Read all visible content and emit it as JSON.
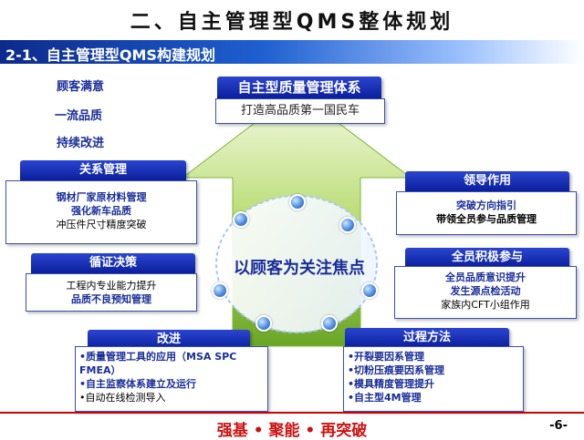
{
  "title": "二、自主管理型QMS整体规划",
  "subheader": "2-1、自主管理型QMS构建规划",
  "left_goals": [
    "顾客满意",
    "一流品质",
    "持续改进"
  ],
  "top_box": {
    "header": "自主型质量管理体系",
    "text": "打造高品质第一国民车"
  },
  "center_text": "以顾客为关注焦点",
  "relation_mgmt": {
    "header": "关系管理",
    "lines": [
      "钢材厂家原材料管理",
      "强化新车品质",
      "冲压件尺寸精度突破"
    ]
  },
  "evidence_decision": {
    "header": "循证决策",
    "lines": [
      "工程内专业能力提升",
      "品质不良预知管理"
    ]
  },
  "improvement": {
    "header": "改进",
    "lines": [
      "•质量管理工具的应用（MSA   SPC",
      "  FMEA）",
      "•自主监察体系建立及运行",
      "•自动在线检测导入"
    ]
  },
  "leadership": {
    "header": "领导作用",
    "lines": [
      "突破方向指引",
      "带领全员参与品质管理"
    ]
  },
  "engagement": {
    "header": "全员积极参与",
    "lines": [
      "全员品质意识提升",
      "发生源点检活动",
      "家族内CFT小组作用"
    ]
  },
  "process": {
    "header": "过程方法",
    "lines": [
      "•开裂要因系管理",
      "•切粉压痕要因系管理",
      "•模具精度管理提升",
      "•自主型4M管理"
    ]
  },
  "footer": "强基 • 聚能 • 再突破",
  "page_number": "-6-",
  "colors": {
    "accent": "#1a2e9a",
    "header_blue": "#0b1f9c",
    "footer_red": "#d01010",
    "arrow_green": "#8ec63f"
  }
}
